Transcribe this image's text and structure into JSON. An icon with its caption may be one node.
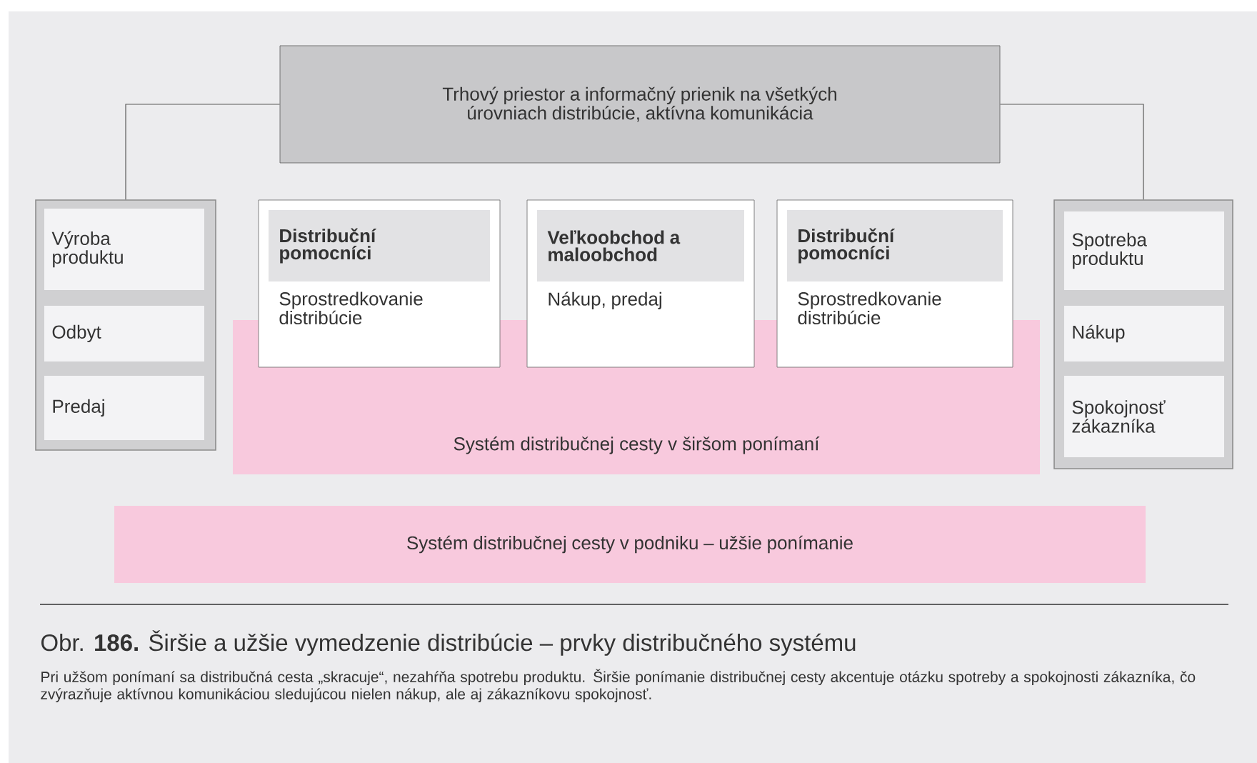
{
  "diagram": {
    "caption": "Obr. **186.**  Širšie a užšie vymedzenie distribúcie – prvky distribučného systému",
    "nodes": [
      {
        "text": [
          "Trhový priestor a informačný prienik na všetkých úrovniach distribúcie, aktívna komunikácia"
        ]
      },
      {
        "text": [],
        "shape": "box"
      },
      {
        "text": [
          "Výroba produktu"
        ],
        "in": 1
      },
      {
        "text": [
          "Odbyt"
        ],
        "in": 1
      },
      {
        "text": [
          "Predaj"
        ],
        "in": 1
      },
      {
        "text": [
          "Systém distribučnej cesty v širšom ponímaní"
        ]
      },
      {
        "text": [
          "Distribuční pomocníci",
          "Sprostredkovanie distribúcie"
        ]
      },
      {
        "text": [
          "Veľkoobchod a maloobchod",
          "Nákup, predaj"
        ]
      },
      {
        "text": [
          "Distribuční pomocníci",
          "Sprostredkovanie distribúcie"
        ]
      },
      {
        "text": [],
        "shape": "box"
      },
      {
        "text": [
          "Spotreba produktu"
        ],
        "in": 9
      },
      {
        "text": [
          "Nákup"
        ],
        "in": 9
      },
      {
        "text": [
          "Spokojnosť zákazníka"
        ],
        "in": 9
      },
      {
        "text": [
          "Systém distribučnej cesty v podniku – užšie ponímanie"
        ]
      }
    ],
    "edges": [
      {
        "from": 0,
        "to": 1,
        "arrow": "none"
      },
      {
        "from": 0,
        "to": 9,
        "arrow": "none"
      }
    ],
    "labels": [
      "Pri užšom ponímaní sa distribučná cesta „skracuje“, nezahŕňa spotrebu produktu. Širšie ponímanie distribučnej cesty akcentuje otázku spotreby a spokojnosti zákazníka, čo zvýrazňuje aktívnou komunikáciou sledujúcou nielen nákup, ale aj zákazníkovu spokojnosť."
    ]
  }
}
